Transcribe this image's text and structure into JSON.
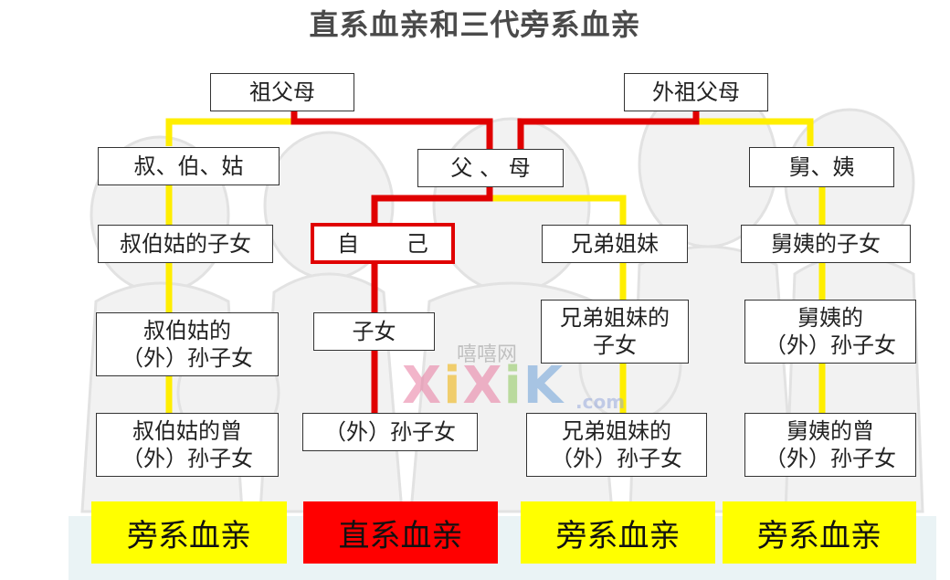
{
  "title": "直系血亲和三代旁系血亲",
  "nodes": {
    "grandparents": "祖父母",
    "maternal_grandparents": "外祖父母",
    "uncles_aunts_paternal": "叔、伯、姑",
    "parents": "父 、 母",
    "uncles_aunts_maternal": "舅、姨",
    "self": "自 己",
    "paternal_cousins": "叔伯姑的子女",
    "siblings": "兄弟姐妹",
    "maternal_cousins": "舅姨的子女",
    "paternal_cousins_children": "叔伯姑的\n（外）孙子女",
    "children": "子女",
    "siblings_children": "兄弟姐妹的\n子女",
    "maternal_cousins_children": "舅姨的\n（外）孙子女",
    "paternal_great_grandchildren": "叔伯姑的曾\n（外）孙子女",
    "grandchildren": "（外）孙子女",
    "siblings_grandchildren": "兄弟姐妹的\n（外）孙子女",
    "maternal_great_grandchildren": "舅姨的曾\n（外）孙子女"
  },
  "categories": {
    "collateral_1": "旁系血亲",
    "lineal": "直系血亲",
    "collateral_2": "旁系血亲",
    "collateral_3": "旁系血亲"
  },
  "watermark": {
    "top": "嘻嘻网",
    "main": "XiXiK",
    "suffix": ".com"
  },
  "colors": {
    "lineal_line": "#e00000",
    "collateral_line": "#ffee00",
    "lineal_fill": "#ff0000",
    "collateral_fill": "#ffff00"
  }
}
